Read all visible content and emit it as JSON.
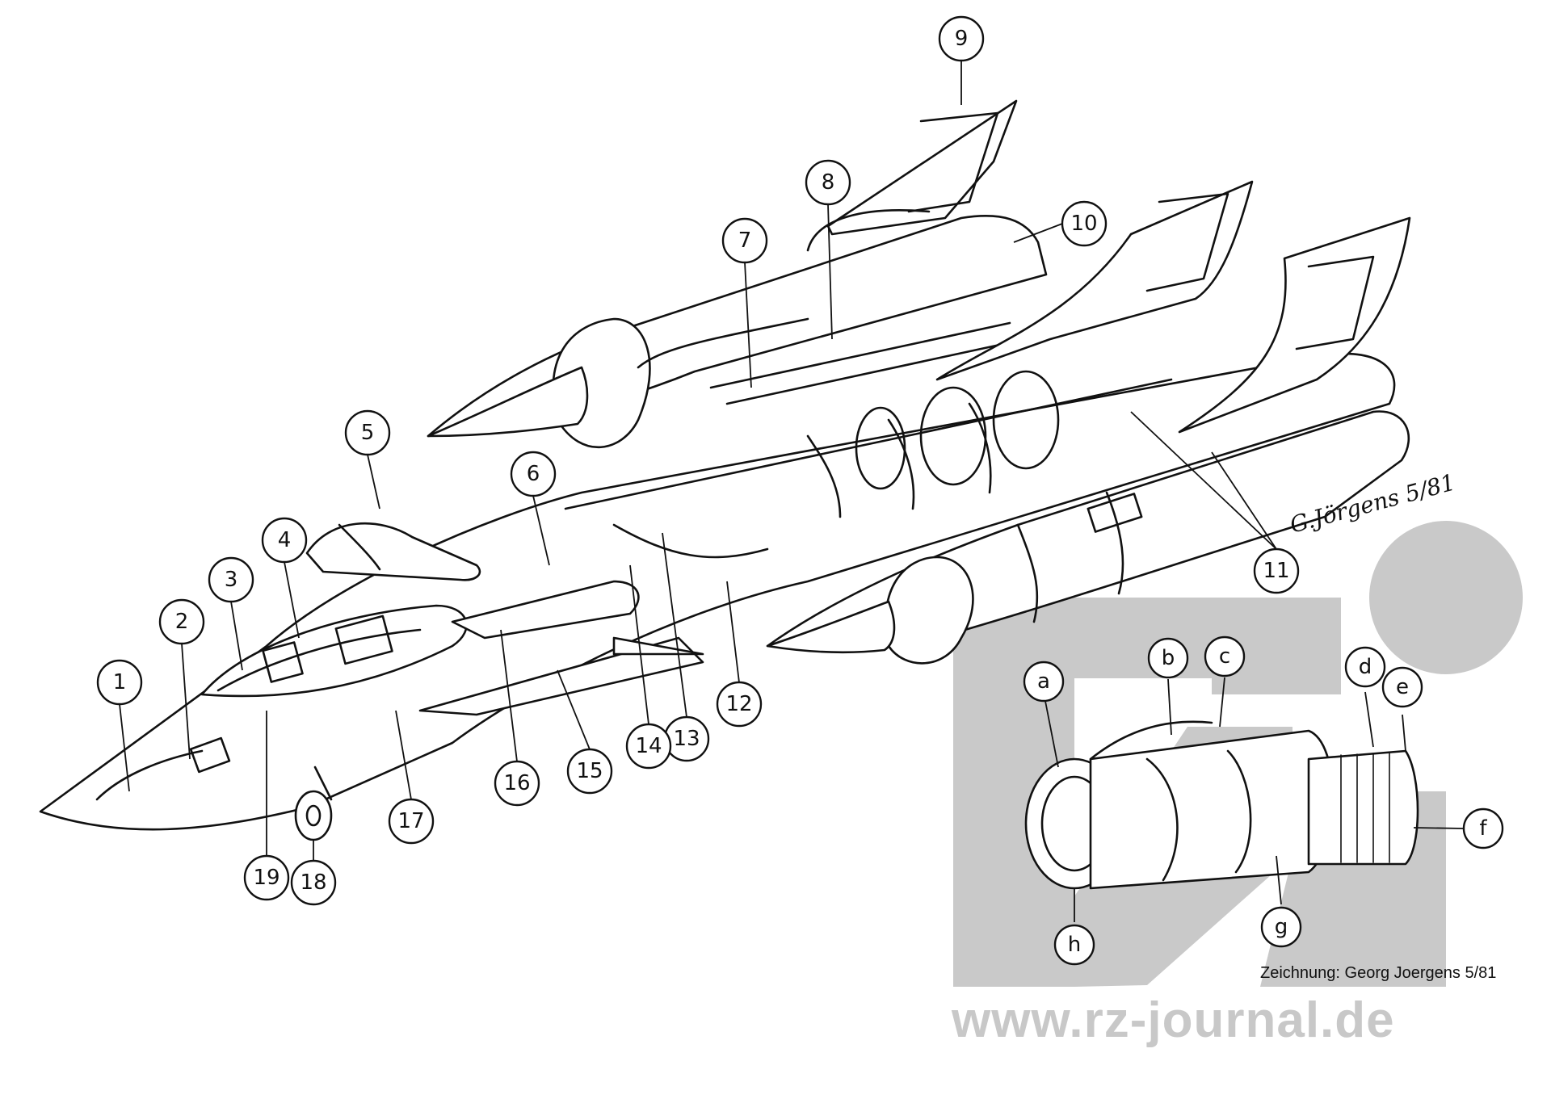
{
  "diagram": {
    "aircraft_callouts": [
      "1",
      "2",
      "3",
      "4",
      "5",
      "6",
      "7",
      "8",
      "9",
      "10",
      "11",
      "12",
      "13",
      "14",
      "15",
      "16",
      "17",
      "18",
      "19"
    ],
    "engine_callouts": [
      "a",
      "b",
      "c",
      "d",
      "e",
      "f",
      "g",
      "h"
    ],
    "signature": "G.Jörgens 5/81",
    "credit": "Zeichnung: Georg Joergens 5/81",
    "watermark": "www.rz-journal.de"
  }
}
